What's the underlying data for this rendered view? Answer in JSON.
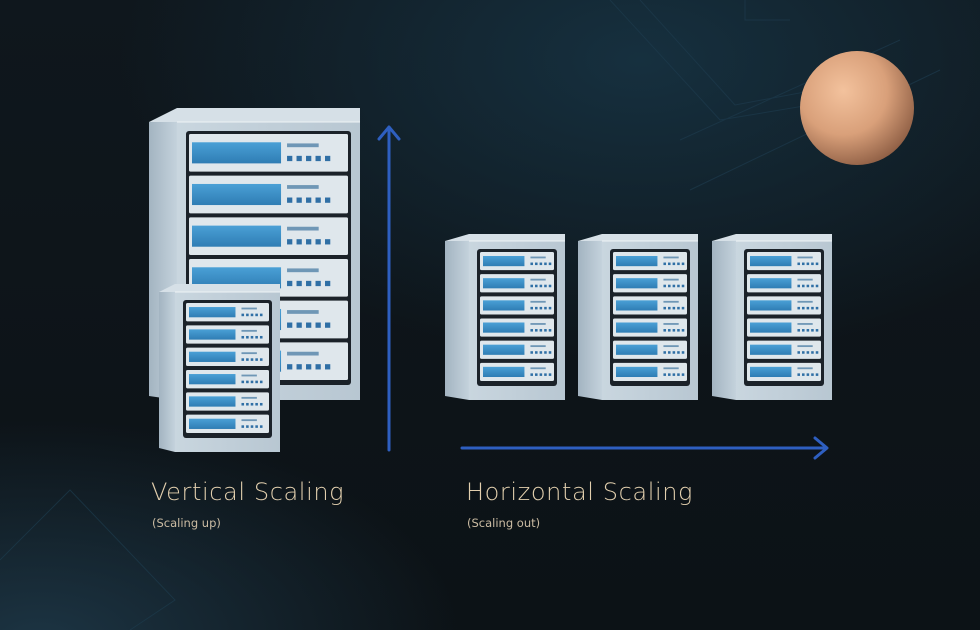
{
  "vertical": {
    "title": "Vertical Scaling",
    "subtitle": "(Scaling up)"
  },
  "horizontal": {
    "title": "Horizontal Scaling",
    "subtitle": "(Scaling out)"
  },
  "colors": {
    "background": "#0d1419",
    "server_body": "#b3c3cf",
    "server_face": "#c6d3dd",
    "rack_dark": "#1b2229",
    "drive_blue": "#3b90c8",
    "arrow_blue": "#2e5fc0",
    "label_text": "#e2cfae",
    "planet": "#d9a07a"
  },
  "icons": {
    "vertical_arrow": "arrow-up",
    "horizontal_arrow": "arrow-right",
    "planet": "planet-orb"
  }
}
